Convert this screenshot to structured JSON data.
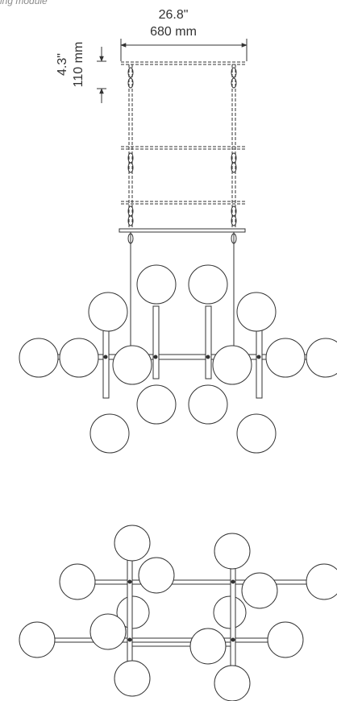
{
  "header": {
    "partial_label": "ing module"
  },
  "dimensions": {
    "width": {
      "imperial": "26.8\"",
      "metric": "680 mm"
    },
    "height": {
      "imperial": "4.3\"",
      "metric": "110 mm"
    }
  }
}
